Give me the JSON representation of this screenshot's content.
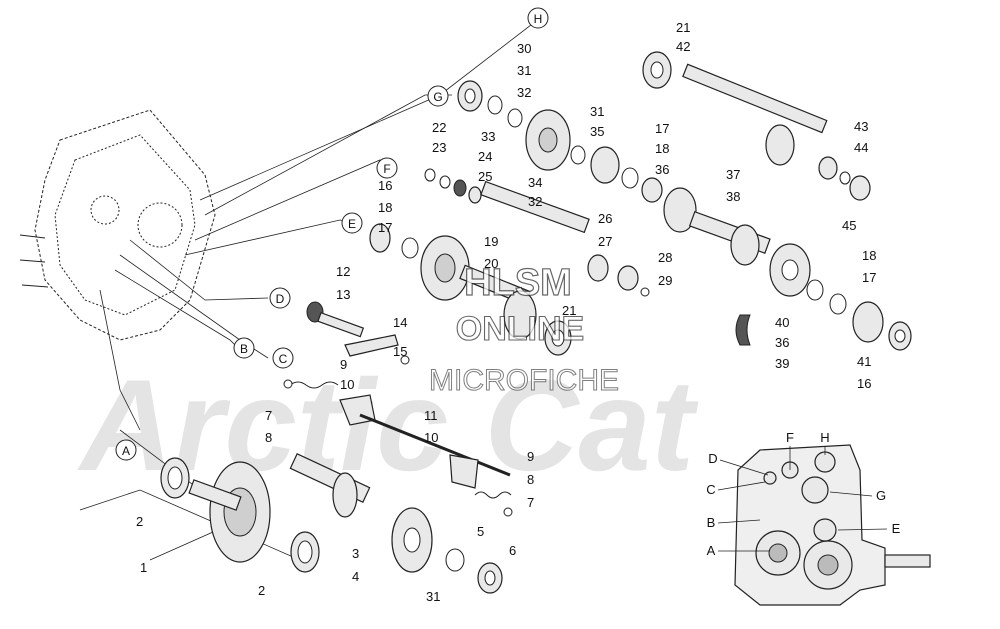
{
  "watermark": {
    "line1": "HLSM",
    "line2": "ONLINE",
    "line3": "MICROFICHE",
    "brand": "Arctic Cat"
  },
  "callouts": {
    "A": "A",
    "B": "B",
    "C": "C",
    "D": "D",
    "E": "E",
    "F": "F",
    "G": "G",
    "H": "H"
  },
  "inset_labels": {
    "A": "A",
    "B": "B",
    "C": "C",
    "D": "D",
    "E": "E",
    "F": "F",
    "G": "G",
    "H": "H"
  },
  "part_numbers": [
    {
      "id": "n1",
      "text": "1"
    },
    {
      "id": "n2a",
      "text": "2"
    },
    {
      "id": "n2b",
      "text": "2"
    },
    {
      "id": "n3",
      "text": "3"
    },
    {
      "id": "n4",
      "text": "4"
    },
    {
      "id": "n5",
      "text": "5"
    },
    {
      "id": "n6",
      "text": "6"
    },
    {
      "id": "n31c",
      "text": "31"
    },
    {
      "id": "n7a",
      "text": "7"
    },
    {
      "id": "n8a",
      "text": "8"
    },
    {
      "id": "n9a",
      "text": "9"
    },
    {
      "id": "n10a",
      "text": "10"
    },
    {
      "id": "n11",
      "text": "11"
    },
    {
      "id": "n10b",
      "text": "10"
    },
    {
      "id": "n9b",
      "text": "9"
    },
    {
      "id": "n8b",
      "text": "8"
    },
    {
      "id": "n7b",
      "text": "7"
    },
    {
      "id": "n12",
      "text": "12"
    },
    {
      "id": "n13",
      "text": "13"
    },
    {
      "id": "n14",
      "text": "14"
    },
    {
      "id": "n15",
      "text": "15"
    },
    {
      "id": "n16a",
      "text": "16"
    },
    {
      "id": "n17a",
      "text": "17"
    },
    {
      "id": "n18a",
      "text": "18"
    },
    {
      "id": "n19",
      "text": "19"
    },
    {
      "id": "n20",
      "text": "20"
    },
    {
      "id": "n21a",
      "text": "21"
    },
    {
      "id": "n22",
      "text": "22"
    },
    {
      "id": "n23",
      "text": "23"
    },
    {
      "id": "n24",
      "text": "24"
    },
    {
      "id": "n25",
      "text": "25"
    },
    {
      "id": "n26",
      "text": "26"
    },
    {
      "id": "n27",
      "text": "27"
    },
    {
      "id": "n28",
      "text": "28"
    },
    {
      "id": "n29",
      "text": "29"
    },
    {
      "id": "n30",
      "text": "30"
    },
    {
      "id": "n31a",
      "text": "31"
    },
    {
      "id": "n32a",
      "text": "32"
    },
    {
      "id": "n33",
      "text": "33"
    },
    {
      "id": "n34",
      "text": "34"
    },
    {
      "id": "n32b",
      "text": "32"
    },
    {
      "id": "n31b",
      "text": "31"
    },
    {
      "id": "n35",
      "text": "35"
    },
    {
      "id": "n17b",
      "text": "17"
    },
    {
      "id": "n18b",
      "text": "18"
    },
    {
      "id": "n36a",
      "text": "36"
    },
    {
      "id": "n37",
      "text": "37"
    },
    {
      "id": "n38",
      "text": "38"
    },
    {
      "id": "n21b",
      "text": "21"
    },
    {
      "id": "n42",
      "text": "42"
    },
    {
      "id": "n43",
      "text": "43"
    },
    {
      "id": "n44",
      "text": "44"
    },
    {
      "id": "n45",
      "text": "45"
    },
    {
      "id": "n18c",
      "text": "18"
    },
    {
      "id": "n17c",
      "text": "17"
    },
    {
      "id": "n40",
      "text": "40"
    },
    {
      "id": "n36b",
      "text": "36"
    },
    {
      "id": "n39",
      "text": "39"
    },
    {
      "id": "n41",
      "text": "41"
    },
    {
      "id": "n16b",
      "text": "16"
    }
  ]
}
